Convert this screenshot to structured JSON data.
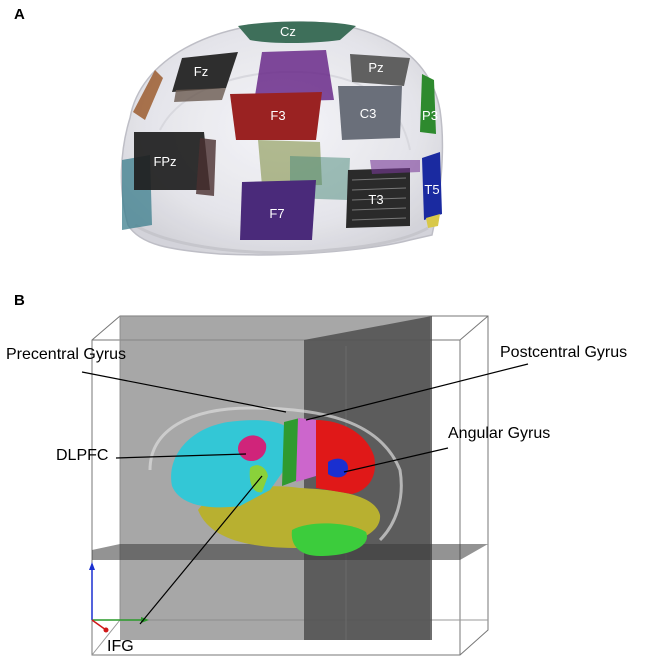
{
  "panels": {
    "a": {
      "letter": "A",
      "electrodes": [
        {
          "label": "Cz",
          "color": "#3e6f5a"
        },
        {
          "label": "Fz",
          "color": "#2e2e2e"
        },
        {
          "label": "Pz",
          "color": "#606060"
        },
        {
          "label": "F3",
          "color": "#9a2222"
        },
        {
          "label": "C3",
          "color": "#6a6f7a"
        },
        {
          "label": "P3",
          "color": "#2e8a2e"
        },
        {
          "label": "FPz",
          "color": "#1e1e1e"
        },
        {
          "label": "F7",
          "color": "#4a2a7a"
        },
        {
          "label": "T3",
          "color": "#2a2a2a"
        },
        {
          "label": "T5",
          "color": "#1a2aa0"
        }
      ]
    },
    "b": {
      "letter": "B",
      "labels": {
        "precentral": "Precentral Gyrus",
        "postcentral": "Postcentral Gyrus",
        "angular": "Angular Gyrus",
        "dlpfc": "DLPFC",
        "ifg": "IFG"
      },
      "region_colors": {
        "frontal": "#33c7d6",
        "dlpfc": "#d0247a",
        "ifg": "#8ad13a",
        "precentral": "#2f9a2f",
        "postcentral": "#cc66cc",
        "parietal": "#e01818",
        "angular": "#1a2fd0",
        "temporal": "#b8b030",
        "inferior_temporal": "#3ccc3c"
      }
    }
  }
}
